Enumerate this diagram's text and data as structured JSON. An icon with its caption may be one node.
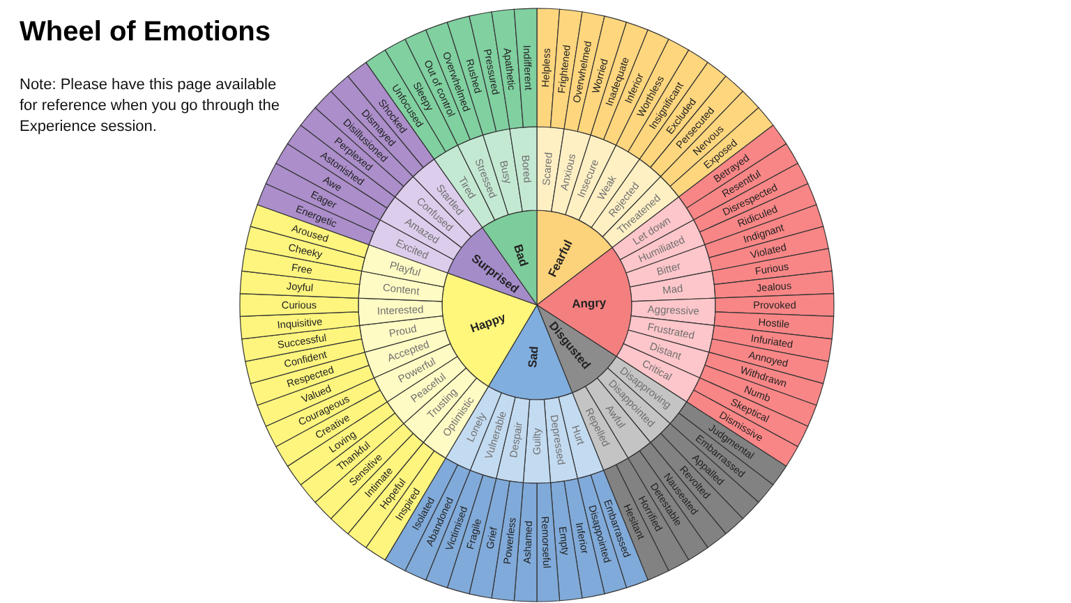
{
  "diagram": {
    "title": "Wheel of Emotions",
    "nodes": [
      {
        "text": [
          "Fearful"
        ]
      },
      {
        "text": [
          "Scared"
        ]
      },
      {
        "text": [
          "Anxious"
        ]
      },
      {
        "text": [
          "Insecure"
        ]
      },
      {
        "text": [
          "Weak"
        ]
      },
      {
        "text": [
          "Rejected"
        ]
      },
      {
        "text": [
          "Threatened"
        ]
      },
      {
        "text": [
          "Helpless"
        ]
      },
      {
        "text": [
          "Frightened"
        ]
      },
      {
        "text": [
          "Overwhelmed"
        ]
      },
      {
        "text": [
          "Worried"
        ]
      },
      {
        "text": [
          "Inadequate"
        ]
      },
      {
        "text": [
          "Inferior"
        ]
      },
      {
        "text": [
          "Worthless"
        ]
      },
      {
        "text": [
          "Insignificant"
        ]
      },
      {
        "text": [
          "Excluded"
        ]
      },
      {
        "text": [
          "Persecuted"
        ]
      },
      {
        "text": [
          "Nervous"
        ]
      },
      {
        "text": [
          "Exposed"
        ]
      },
      {
        "text": [
          "Angry"
        ]
      },
      {
        "text": [
          "Let down"
        ]
      },
      {
        "text": [
          "Humiliated"
        ]
      },
      {
        "text": [
          "Bitter"
        ]
      },
      {
        "text": [
          "Mad"
        ]
      },
      {
        "text": [
          "Aggressive"
        ]
      },
      {
        "text": [
          "Frustrated"
        ]
      },
      {
        "text": [
          "Distant"
        ]
      },
      {
        "text": [
          "Critical"
        ]
      },
      {
        "text": [
          "Betrayed"
        ]
      },
      {
        "text": [
          "Resentful"
        ]
      },
      {
        "text": [
          "Disrespected"
        ]
      },
      {
        "text": [
          "Ridiculed"
        ]
      },
      {
        "text": [
          "Indignant"
        ]
      },
      {
        "text": [
          "Violated"
        ]
      },
      {
        "text": [
          "Furious"
        ]
      },
      {
        "text": [
          "Jealous"
        ]
      },
      {
        "text": [
          "Provoked"
        ]
      },
      {
        "text": [
          "Hostile"
        ]
      },
      {
        "text": [
          "Infuriated"
        ]
      },
      {
        "text": [
          "Annoyed"
        ]
      },
      {
        "text": [
          "Withdrawn"
        ]
      },
      {
        "text": [
          "Numb"
        ]
      },
      {
        "text": [
          "Skeptical"
        ]
      },
      {
        "text": [
          "Dismissive"
        ]
      },
      {
        "text": [
          "Disgusted"
        ]
      },
      {
        "text": [
          "Disapproving"
        ]
      },
      {
        "text": [
          "Disappointed"
        ]
      },
      {
        "text": [
          "Awful"
        ]
      },
      {
        "text": [
          "Repelled"
        ]
      },
      {
        "text": [
          "Judgmental"
        ]
      },
      {
        "text": [
          "Embarrassed"
        ]
      },
      {
        "text": [
          "Appalled"
        ]
      },
      {
        "text": [
          "Revolted"
        ]
      },
      {
        "text": [
          "Nauseated"
        ]
      },
      {
        "text": [
          "Detestable"
        ]
      },
      {
        "text": [
          "Horrified"
        ]
      },
      {
        "text": [
          "Hesitant"
        ]
      },
      {
        "text": [
          "Sad"
        ]
      },
      {
        "text": [
          "Hurt"
        ]
      },
      {
        "text": [
          "Depressed"
        ]
      },
      {
        "text": [
          "Guilty"
        ]
      },
      {
        "text": [
          "Despair"
        ]
      },
      {
        "text": [
          "Vulnerable"
        ]
      },
      {
        "text": [
          "Lonely"
        ]
      },
      {
        "text": [
          "Embarrassed"
        ]
      },
      {
        "text": [
          "Disappointed"
        ]
      },
      {
        "text": [
          "Inferior"
        ]
      },
      {
        "text": [
          "Empty"
        ]
      },
      {
        "text": [
          "Remorseful"
        ]
      },
      {
        "text": [
          "Ashamed"
        ]
      },
      {
        "text": [
          "Powerless"
        ]
      },
      {
        "text": [
          "Grief"
        ]
      },
      {
        "text": [
          "Fragile"
        ]
      },
      {
        "text": [
          "Victimised"
        ]
      },
      {
        "text": [
          "Abandoned"
        ]
      },
      {
        "text": [
          "Isolated"
        ]
      },
      {
        "text": [
          "Happy"
        ]
      },
      {
        "text": [
          "Optimistic"
        ]
      },
      {
        "text": [
          "Trusting"
        ]
      },
      {
        "text": [
          "Peaceful"
        ]
      },
      {
        "text": [
          "Powerful"
        ]
      },
      {
        "text": [
          "Accepted"
        ]
      },
      {
        "text": [
          "Proud"
        ]
      },
      {
        "text": [
          "Interested"
        ]
      },
      {
        "text": [
          "Content"
        ]
      },
      {
        "text": [
          "Playful"
        ]
      },
      {
        "text": [
          "Inspired"
        ]
      },
      {
        "text": [
          "Hopeful"
        ]
      },
      {
        "text": [
          "Intimate"
        ]
      },
      {
        "text": [
          "Sensitive"
        ]
      },
      {
        "text": [
          "Thankful"
        ]
      },
      {
        "text": [
          "Loving"
        ]
      },
      {
        "text": [
          "Creative"
        ]
      },
      {
        "text": [
          "Courageous"
        ]
      },
      {
        "text": [
          "Valued"
        ]
      },
      {
        "text": [
          "Respected"
        ]
      },
      {
        "text": [
          "Confident"
        ]
      },
      {
        "text": [
          "Successful"
        ]
      },
      {
        "text": [
          "Inquisitive"
        ]
      },
      {
        "text": [
          "Curious"
        ]
      },
      {
        "text": [
          "Joyful"
        ]
      },
      {
        "text": [
          "Free"
        ]
      },
      {
        "text": [
          "Cheeky"
        ]
      },
      {
        "text": [
          "Aroused"
        ]
      },
      {
        "text": [
          "Surprised"
        ]
      },
      {
        "text": [
          "Excited"
        ]
      },
      {
        "text": [
          "Amazed"
        ]
      },
      {
        "text": [
          "Confused"
        ]
      },
      {
        "text": [
          "Startled"
        ]
      },
      {
        "text": [
          "Energetic"
        ]
      },
      {
        "text": [
          "Eager"
        ]
      },
      {
        "text": [
          "Awe"
        ]
      },
      {
        "text": [
          "Astonished"
        ]
      },
      {
        "text": [
          "Perplexed"
        ]
      },
      {
        "text": [
          "Disillusioned"
        ]
      },
      {
        "text": [
          "Dismayed"
        ]
      },
      {
        "text": [
          "Shocked"
        ]
      },
      {
        "text": [
          "Bad"
        ]
      },
      {
        "text": [
          "Tired"
        ]
      },
      {
        "text": [
          "Stressed"
        ]
      },
      {
        "text": [
          "Busy"
        ]
      },
      {
        "text": [
          "Bored"
        ]
      },
      {
        "text": [
          "Unfocused"
        ]
      },
      {
        "text": [
          "Sleepy"
        ]
      },
      {
        "text": [
          "Out of control"
        ]
      },
      {
        "text": [
          "Overwhelmed"
        ]
      },
      {
        "text": [
          "Rushed"
        ]
      },
      {
        "text": [
          "Pressured"
        ]
      },
      {
        "text": [
          "Apathetic"
        ]
      },
      {
        "text": [
          "Indifferent"
        ]
      }
    ],
    "labels": [
      "Note: Please have this page available for reference when you go through the Experience session."
    ]
  }
}
